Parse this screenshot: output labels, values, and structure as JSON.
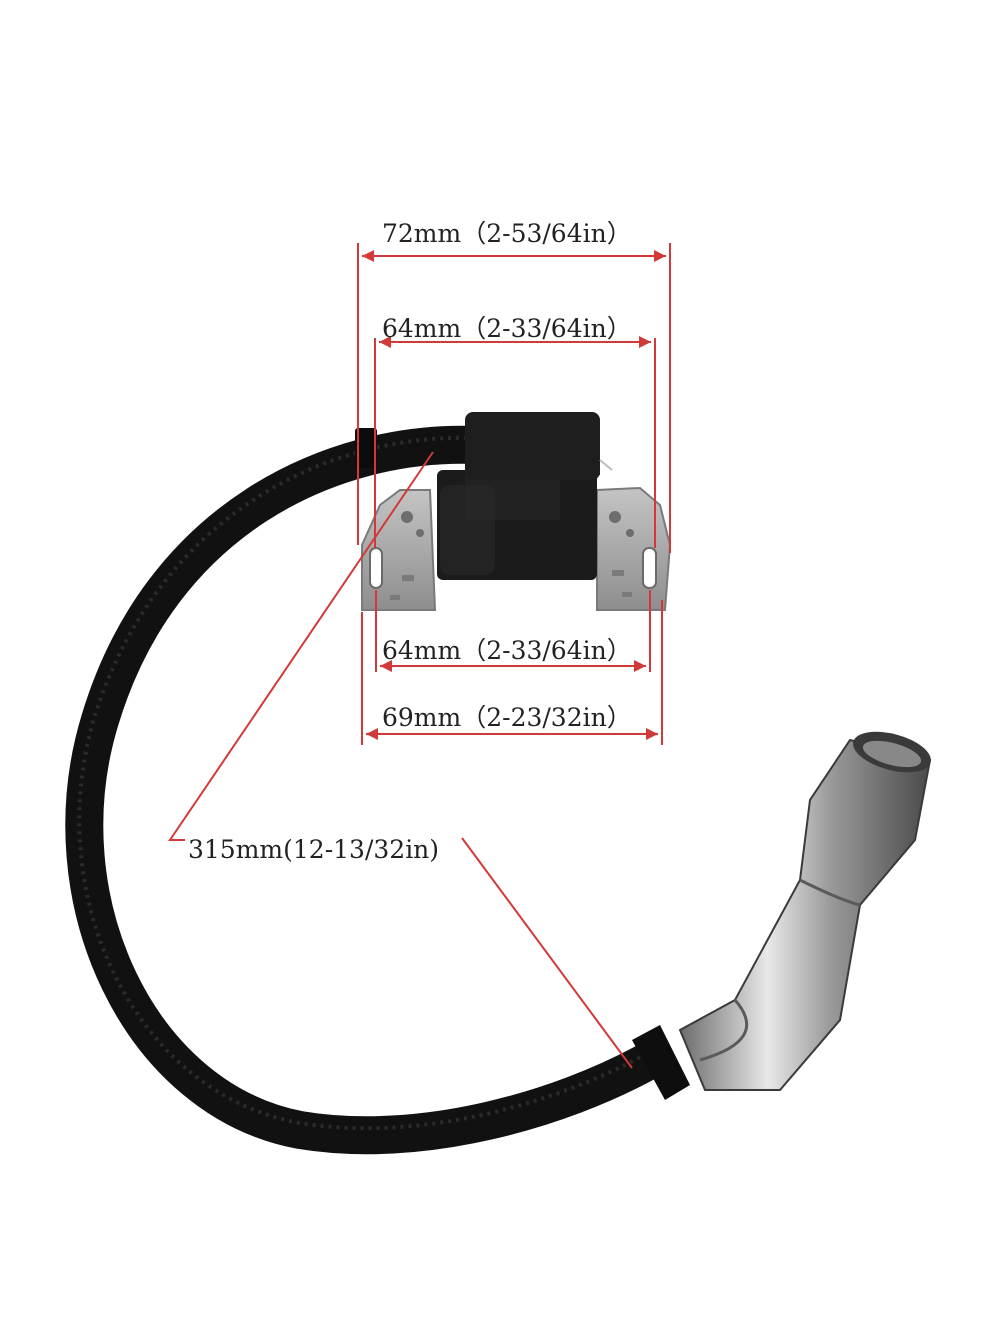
{
  "dimensions": {
    "top_overall": "72mm（2-53/64in）",
    "top_holes": "64mm（2-33/64in）",
    "bottom_holes": "64mm（2-33/64in）",
    "bottom_overall": "69mm（2-23/32in）",
    "lead_length": "315mm(12-13/32in)"
  },
  "colors": {
    "dimension_line": "#d23a3a",
    "label_text": "#222222",
    "cable": "#111111",
    "coil_body": "#1b1b1b",
    "bracket": "#a9a9a9",
    "spark_boot": "#b9b9b9",
    "background": "#ffffff"
  }
}
